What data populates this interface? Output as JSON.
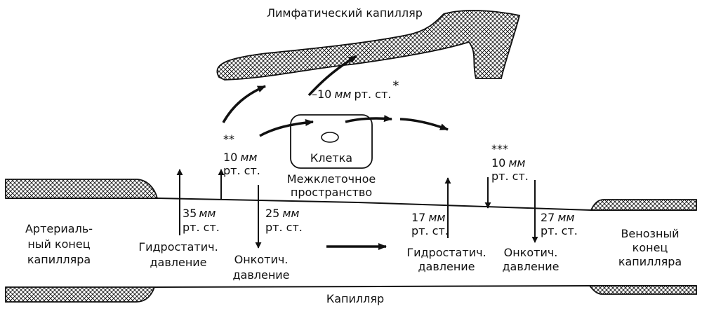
{
  "colors": {
    "ink": "#111111",
    "background": "#ffffff"
  },
  "labels": {
    "lymph_capillary": "Лимфатический капилляр",
    "lymph_pressure_num": "–10",
    "lymph_pressure_unit": "мм",
    "lymph_pressure_tail": "рт. ст.",
    "lymph_pressure_star": "*",
    "cell": "Клетка",
    "interstitial_line1": "Межклеточное",
    "interstitial_line2": "пространство",
    "capillary": "Капилляр",
    "arterial_line1": "Артериаль-",
    "arterial_line2": "ный конец",
    "arterial_line3": "капилляра",
    "venous_line1": "Венозный",
    "venous_line2": "конец",
    "venous_line3": "капилляра",
    "hydro_left_line1": "Гидростатич.",
    "hydro_left_line2": "давление",
    "onco_left_line1": "Онкотич.",
    "onco_left_line2": "давление",
    "hydro_right_line1": "Гидростатич.",
    "hydro_right_line2": "давление",
    "onco_right_line1": "Онкотич.",
    "onco_right_line2": "давление",
    "p35_num": "35",
    "p35_unit": "мм",
    "p35_tail": "рт. ст.",
    "p25_num": "25",
    "p25_unit": "мм",
    "p25_tail": "рт. ст.",
    "p10_left_stars": "**",
    "p10_left_num": "10",
    "p10_left_unit": "мм",
    "p10_left_tail": "рт. ст.",
    "p17_num": "17",
    "p17_unit": "мм",
    "p17_tail": "рт. ст.",
    "p27_num": "27",
    "p27_unit": "мм",
    "p27_tail": "рт. ст.",
    "p10_right_stars": "***",
    "p10_right_num": "10",
    "p10_right_unit": "мм",
    "p10_right_tail": "рт. ст."
  }
}
